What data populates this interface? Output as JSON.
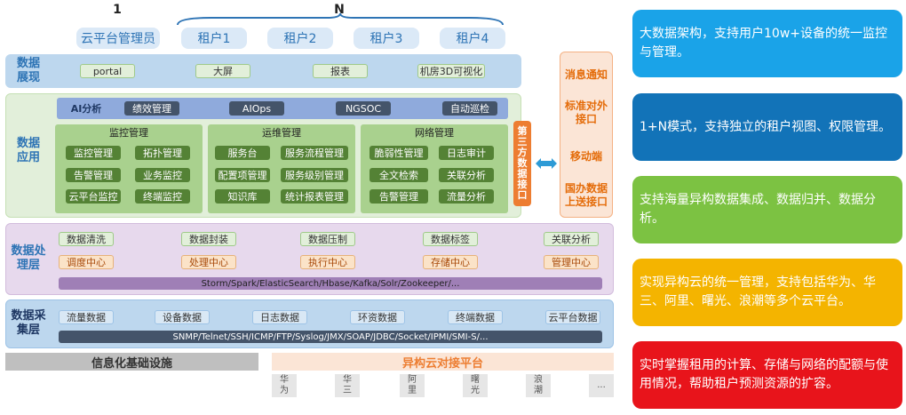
{
  "top": {
    "one": "1",
    "n": "N"
  },
  "tenants": [
    "云平台管理员",
    "租户1",
    "租户2",
    "租户3",
    "租户4"
  ],
  "display": {
    "title": "数据展现",
    "items": [
      "portal",
      "大屏",
      "报表",
      "机房3D可视化"
    ]
  },
  "app": {
    "title": "数据应用",
    "top_bar": [
      "AI分析",
      "绩效管理",
      "AIOps",
      "NGSOC",
      "自动巡检"
    ],
    "groups": [
      {
        "title": "监控管理",
        "items": [
          "监控管理",
          "拓扑管理",
          "告警管理",
          "业务监控",
          "云平台监控",
          "终端监控"
        ]
      },
      {
        "title": "运维管理",
        "items": [
          "服务台",
          "服务流程管理",
          "配置项管理",
          "服务级别管理",
          "知识库",
          "统计报表管理"
        ]
      },
      {
        "title": "网络管理",
        "items": [
          "脆弱性管理",
          "日志审计",
          "全文检索",
          "关联分析",
          "告警管理",
          "流量分析"
        ]
      }
    ],
    "third_party": "第三方数据接口"
  },
  "interfaces": [
    "消息通知",
    "标准对外接口",
    "移动端",
    "国办数据上送接口"
  ],
  "processing": {
    "title": "数据处理层",
    "row1": [
      "数据清洗",
      "数据封装",
      "数据压制",
      "数据标签",
      "关联分析"
    ],
    "row2": [
      "调度中心",
      "处理中心",
      "执行中心",
      "存储中心",
      "管理中心"
    ],
    "tech": "Storm/Spark/ElasticSearch/Hbase/Kafka/Solr/Zookeeper/..."
  },
  "collection": {
    "title": "数据采集层",
    "items": [
      "流量数据",
      "设备数据",
      "日志数据",
      "环资数据",
      "终端数据",
      "云平台数据"
    ],
    "protocols": "SNMP/Telnet/SSH/ICMP/FTP/Syslog/JMX/SOAP/JDBC/Socket/IPMI/SMI-S/..."
  },
  "infra": "信息化基础设施",
  "hetero": {
    "title": "异构云对接平台",
    "vendors": [
      "华为",
      "华三",
      "阿里",
      "曙光",
      "浪潮",
      "..."
    ]
  },
  "features": [
    {
      "text": "大数据架构，支持用户10w+设备的统一监控与管理。",
      "color": "#1aa3e8"
    },
    {
      "text": "1+N模式，支持独立的租户视图、权限管理。",
      "color": "#1273b8"
    },
    {
      "text": "支持海量异构数据集成、数据归并、数据分析。",
      "color": "#7cc242"
    },
    {
      "text": "实现异构云的统一管理，支持包括华为、华三、阿里、曙光、浪潮等多个云平台。",
      "color": "#f4b400"
    },
    {
      "text": "实时掌握租用的计算、存储与网络的配额与使用情况，帮助租户预测资源的扩容。",
      "color": "#e8141b"
    }
  ]
}
